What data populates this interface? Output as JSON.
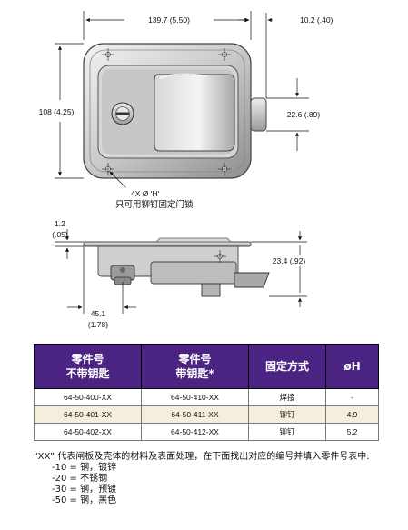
{
  "drawing": {
    "dim_width": "139.7 (5.50)",
    "dim_right_offset": "10.2 (.40)",
    "dim_height": "108 (4.25)",
    "dim_knob": "22.6 (.89)",
    "hole_note": "4X Ø 'H'",
    "hole_note_sub": "只可用铆钉固定门锁",
    "dim_thickness_1": "1.2",
    "dim_thickness_2": "(.05)",
    "dim_depth": "23.4 (.92)",
    "dim_lower_1": "45.1",
    "dim_lower_2": "(1.78)"
  },
  "table": {
    "headers": [
      [
        "零件号",
        "不带钥匙"
      ],
      [
        "零件号",
        "带钥匙*"
      ],
      [
        "固定方式"
      ],
      [
        "øH"
      ]
    ],
    "rows": [
      [
        "64-50-400-XX",
        "64-50-410-XX",
        "焊接",
        "-"
      ],
      [
        "64-50-401-XX",
        "64-50-411-XX",
        "铆钉",
        "4.9"
      ],
      [
        "64-50-402-XX",
        "64-50-412-XX",
        "铆钉",
        "5.2"
      ]
    ]
  },
  "notes": {
    "intro": "“XX” 代表闸板及壳体的材料及表面处理，在下面找出对应的编号并填入零件号表中:",
    "items": [
      "-10 = 钢，镀锌",
      "-20 = 不锈钢",
      "-30 = 钢，预镀",
      "-50 = 钢，黑色"
    ]
  },
  "colors": {
    "header_bg": "#4b2382",
    "alt_row_bg": "#f4eedc"
  }
}
